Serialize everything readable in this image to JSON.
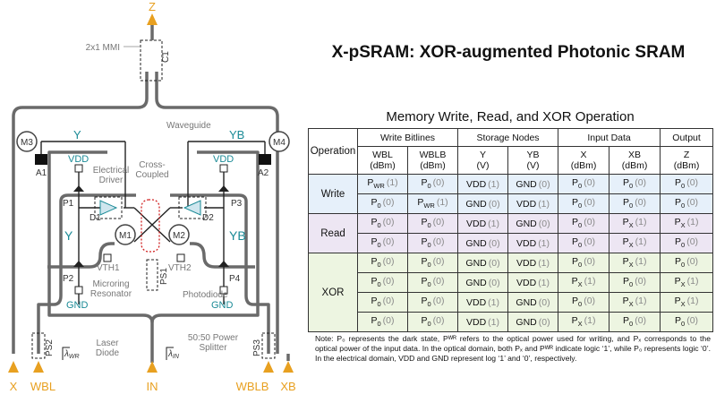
{
  "title": "X-pSRAM: XOR-augmented Photonic SRAM",
  "circuit": {
    "port_z": "Z",
    "mmi_label": "2x1 MMI",
    "c1": "C1",
    "waveguide": "Waveguide",
    "m3": "M3",
    "m4": "M4",
    "y_top": "Y",
    "yb_top": "YB",
    "a1": "A1",
    "a2": "A2",
    "vdd_left": "VDD",
    "vdd_right": "VDD",
    "electrical_driver": "Electrical\nDriver",
    "cross_coupled": "Cross-\nCoupled",
    "p1": "P1",
    "p3": "P3",
    "d1": "D1",
    "d2": "D2",
    "m1": "M1",
    "m2": "M2",
    "y_mid": "Y",
    "yb_mid": "YB",
    "vth1": "VTH1",
    "vth2": "VTH2",
    "p2": "P2",
    "p4": "P4",
    "microring": "Microring\nResonator",
    "ps1": "PS1",
    "photodiode": "Photodiode",
    "gnd_left": "GND",
    "gnd_right": "GND",
    "ps2": "PS2",
    "ps3": "PS3",
    "lambda_wr": "λ",
    "lambda_wr_sub": "WR",
    "laser_diode": "Laser\nDiode",
    "lambda_in": "λ",
    "lambda_in_sub": "IN",
    "splitter": "50:50 Power\nSplitter",
    "port_x": "X",
    "port_wbl": "WBL",
    "port_in": "IN",
    "port_wblb": "WBLB",
    "port_xb": "XB"
  },
  "table": {
    "title": "Memory Write, Read, and XOR Operation",
    "groups": [
      "Operation",
      "Write Bitlines",
      "Storage Nodes",
      "Input Data",
      "Output"
    ],
    "columns": [
      {
        "name": "WBL",
        "unit": "(dBm)"
      },
      {
        "name": "WBLB",
        "unit": "(dBm)"
      },
      {
        "name": "Y",
        "unit": "(V)"
      },
      {
        "name": "YB",
        "unit": "(V)"
      },
      {
        "name": "X",
        "unit": "(dBm)"
      },
      {
        "name": "XB",
        "unit": "(dBm)"
      },
      {
        "name": "Z",
        "unit": "(dBm)"
      }
    ],
    "sections": [
      {
        "name": "Write",
        "color": "#e6f0fa",
        "rows": [
          [
            {
              "base": "P",
              "sub": "WR",
              "logic": "(1)"
            },
            {
              "base": "P",
              "sub": "0",
              "logic": "(0)"
            },
            {
              "base": "VDD",
              "sub": "",
              "logic": "(1)"
            },
            {
              "base": "GND",
              "sub": "",
              "logic": "(0)"
            },
            {
              "base": "P",
              "sub": "0",
              "logic": "(0)"
            },
            {
              "base": "P",
              "sub": "0",
              "logic": "(0)"
            },
            {
              "base": "P",
              "sub": "0",
              "logic": "(0)"
            }
          ],
          [
            {
              "base": "P",
              "sub": "0",
              "logic": "(0)"
            },
            {
              "base": "P",
              "sub": "WR",
              "logic": "(1)"
            },
            {
              "base": "GND",
              "sub": "",
              "logic": "(0)"
            },
            {
              "base": "VDD",
              "sub": "",
              "logic": "(1)"
            },
            {
              "base": "P",
              "sub": "0",
              "logic": "(0)"
            },
            {
              "base": "P",
              "sub": "0",
              "logic": "(0)"
            },
            {
              "base": "P",
              "sub": "0",
              "logic": "(0)"
            }
          ]
        ]
      },
      {
        "name": "Read",
        "color": "#ede6f3",
        "rows": [
          [
            {
              "base": "P",
              "sub": "0",
              "logic": "(0)"
            },
            {
              "base": "P",
              "sub": "0",
              "logic": "(0)"
            },
            {
              "base": "VDD",
              "sub": "",
              "logic": "(1)"
            },
            {
              "base": "GND",
              "sub": "",
              "logic": "(0)"
            },
            {
              "base": "P",
              "sub": "0",
              "logic": "(0)"
            },
            {
              "base": "P",
              "sub": "X",
              "logic": "(1)"
            },
            {
              "base": "P",
              "sub": "X",
              "logic": "(1)"
            }
          ],
          [
            {
              "base": "P",
              "sub": "0",
              "logic": "(0)"
            },
            {
              "base": "P",
              "sub": "0",
              "logic": "(0)"
            },
            {
              "base": "GND",
              "sub": "",
              "logic": "(0)"
            },
            {
              "base": "VDD",
              "sub": "",
              "logic": "(1)"
            },
            {
              "base": "P",
              "sub": "0",
              "logic": "(0)"
            },
            {
              "base": "P",
              "sub": "X",
              "logic": "(1)"
            },
            {
              "base": "P",
              "sub": "0",
              "logic": "(0)"
            }
          ]
        ]
      },
      {
        "name": "XOR",
        "color": "#edf5e1",
        "rows": [
          [
            {
              "base": "P",
              "sub": "0",
              "logic": "(0)"
            },
            {
              "base": "P",
              "sub": "0",
              "logic": "(0)"
            },
            {
              "base": "GND",
              "sub": "",
              "logic": "(0)"
            },
            {
              "base": "VDD",
              "sub": "",
              "logic": "(1)"
            },
            {
              "base": "P",
              "sub": "0",
              "logic": "(0)"
            },
            {
              "base": "P",
              "sub": "X",
              "logic": "(1)"
            },
            {
              "base": "P",
              "sub": "0",
              "logic": "(0)"
            }
          ],
          [
            {
              "base": "P",
              "sub": "0",
              "logic": "(0)"
            },
            {
              "base": "P",
              "sub": "0",
              "logic": "(0)"
            },
            {
              "base": "GND",
              "sub": "",
              "logic": "(0)"
            },
            {
              "base": "VDD",
              "sub": "",
              "logic": "(1)"
            },
            {
              "base": "P",
              "sub": "X",
              "logic": "(1)"
            },
            {
              "base": "P",
              "sub": "0",
              "logic": "(0)"
            },
            {
              "base": "P",
              "sub": "X",
              "logic": "(1)"
            }
          ],
          [
            {
              "base": "P",
              "sub": "0",
              "logic": "(0)"
            },
            {
              "base": "P",
              "sub": "0",
              "logic": "(0)"
            },
            {
              "base": "VDD",
              "sub": "",
              "logic": "(1)"
            },
            {
              "base": "GND",
              "sub": "",
              "logic": "(0)"
            },
            {
              "base": "P",
              "sub": "0",
              "logic": "(0)"
            },
            {
              "base": "P",
              "sub": "X",
              "logic": "(1)"
            },
            {
              "base": "P",
              "sub": "X",
              "logic": "(1)"
            }
          ],
          [
            {
              "base": "P",
              "sub": "0",
              "logic": "(0)"
            },
            {
              "base": "P",
              "sub": "0",
              "logic": "(0)"
            },
            {
              "base": "VDD",
              "sub": "",
              "logic": "(1)"
            },
            {
              "base": "GND",
              "sub": "",
              "logic": "(0)"
            },
            {
              "base": "P",
              "sub": "X",
              "logic": "(1)"
            },
            {
              "base": "P",
              "sub": "0",
              "logic": "(0)"
            },
            {
              "base": "P",
              "sub": "0",
              "logic": "(0)"
            }
          ]
        ]
      }
    ]
  },
  "note": "Note: P₀ represents the dark state, Pᵂᴿ refers to the optical power used for writing, and Pₓ corresponds to the optical power of the input data. In the optical domain, both Pₓ and Pᵂᴿ indicate logic ‘1’, while P₀ represents logic ‘0’. In the electrical domain, VDD and GND represent log ‘1’ and ‘0’, respectively.",
  "colors": {
    "orange": "#e8a020",
    "teal": "#1a8a96",
    "red": "#d02020",
    "gray": "#777777"
  }
}
